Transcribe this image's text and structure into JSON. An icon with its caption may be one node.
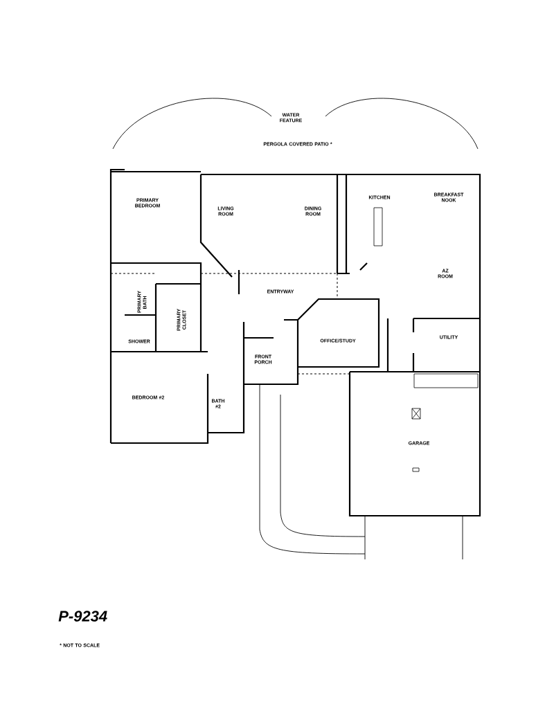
{
  "diagram": {
    "title": "P-9234",
    "labels": [
      "WATER FEATURE",
      "PERGOLA COVERED PATIO *",
      "PRIMARY BEDROOM",
      "LIVING ROOM",
      "DINING ROOM",
      "KITCHEN",
      "BREAKFAST NOOK",
      "AZ ROOM",
      "PRIMARY BATH",
      "PRIMARY CLOSET",
      "ENTRYWAY",
      "SHOWER",
      "OFFICE/STUDY",
      "UTILITY",
      "FRONT PORCH",
      "BEDROOM #2",
      "BATH #2",
      "GARAGE",
      "* NOT TO SCALE"
    ]
  }
}
